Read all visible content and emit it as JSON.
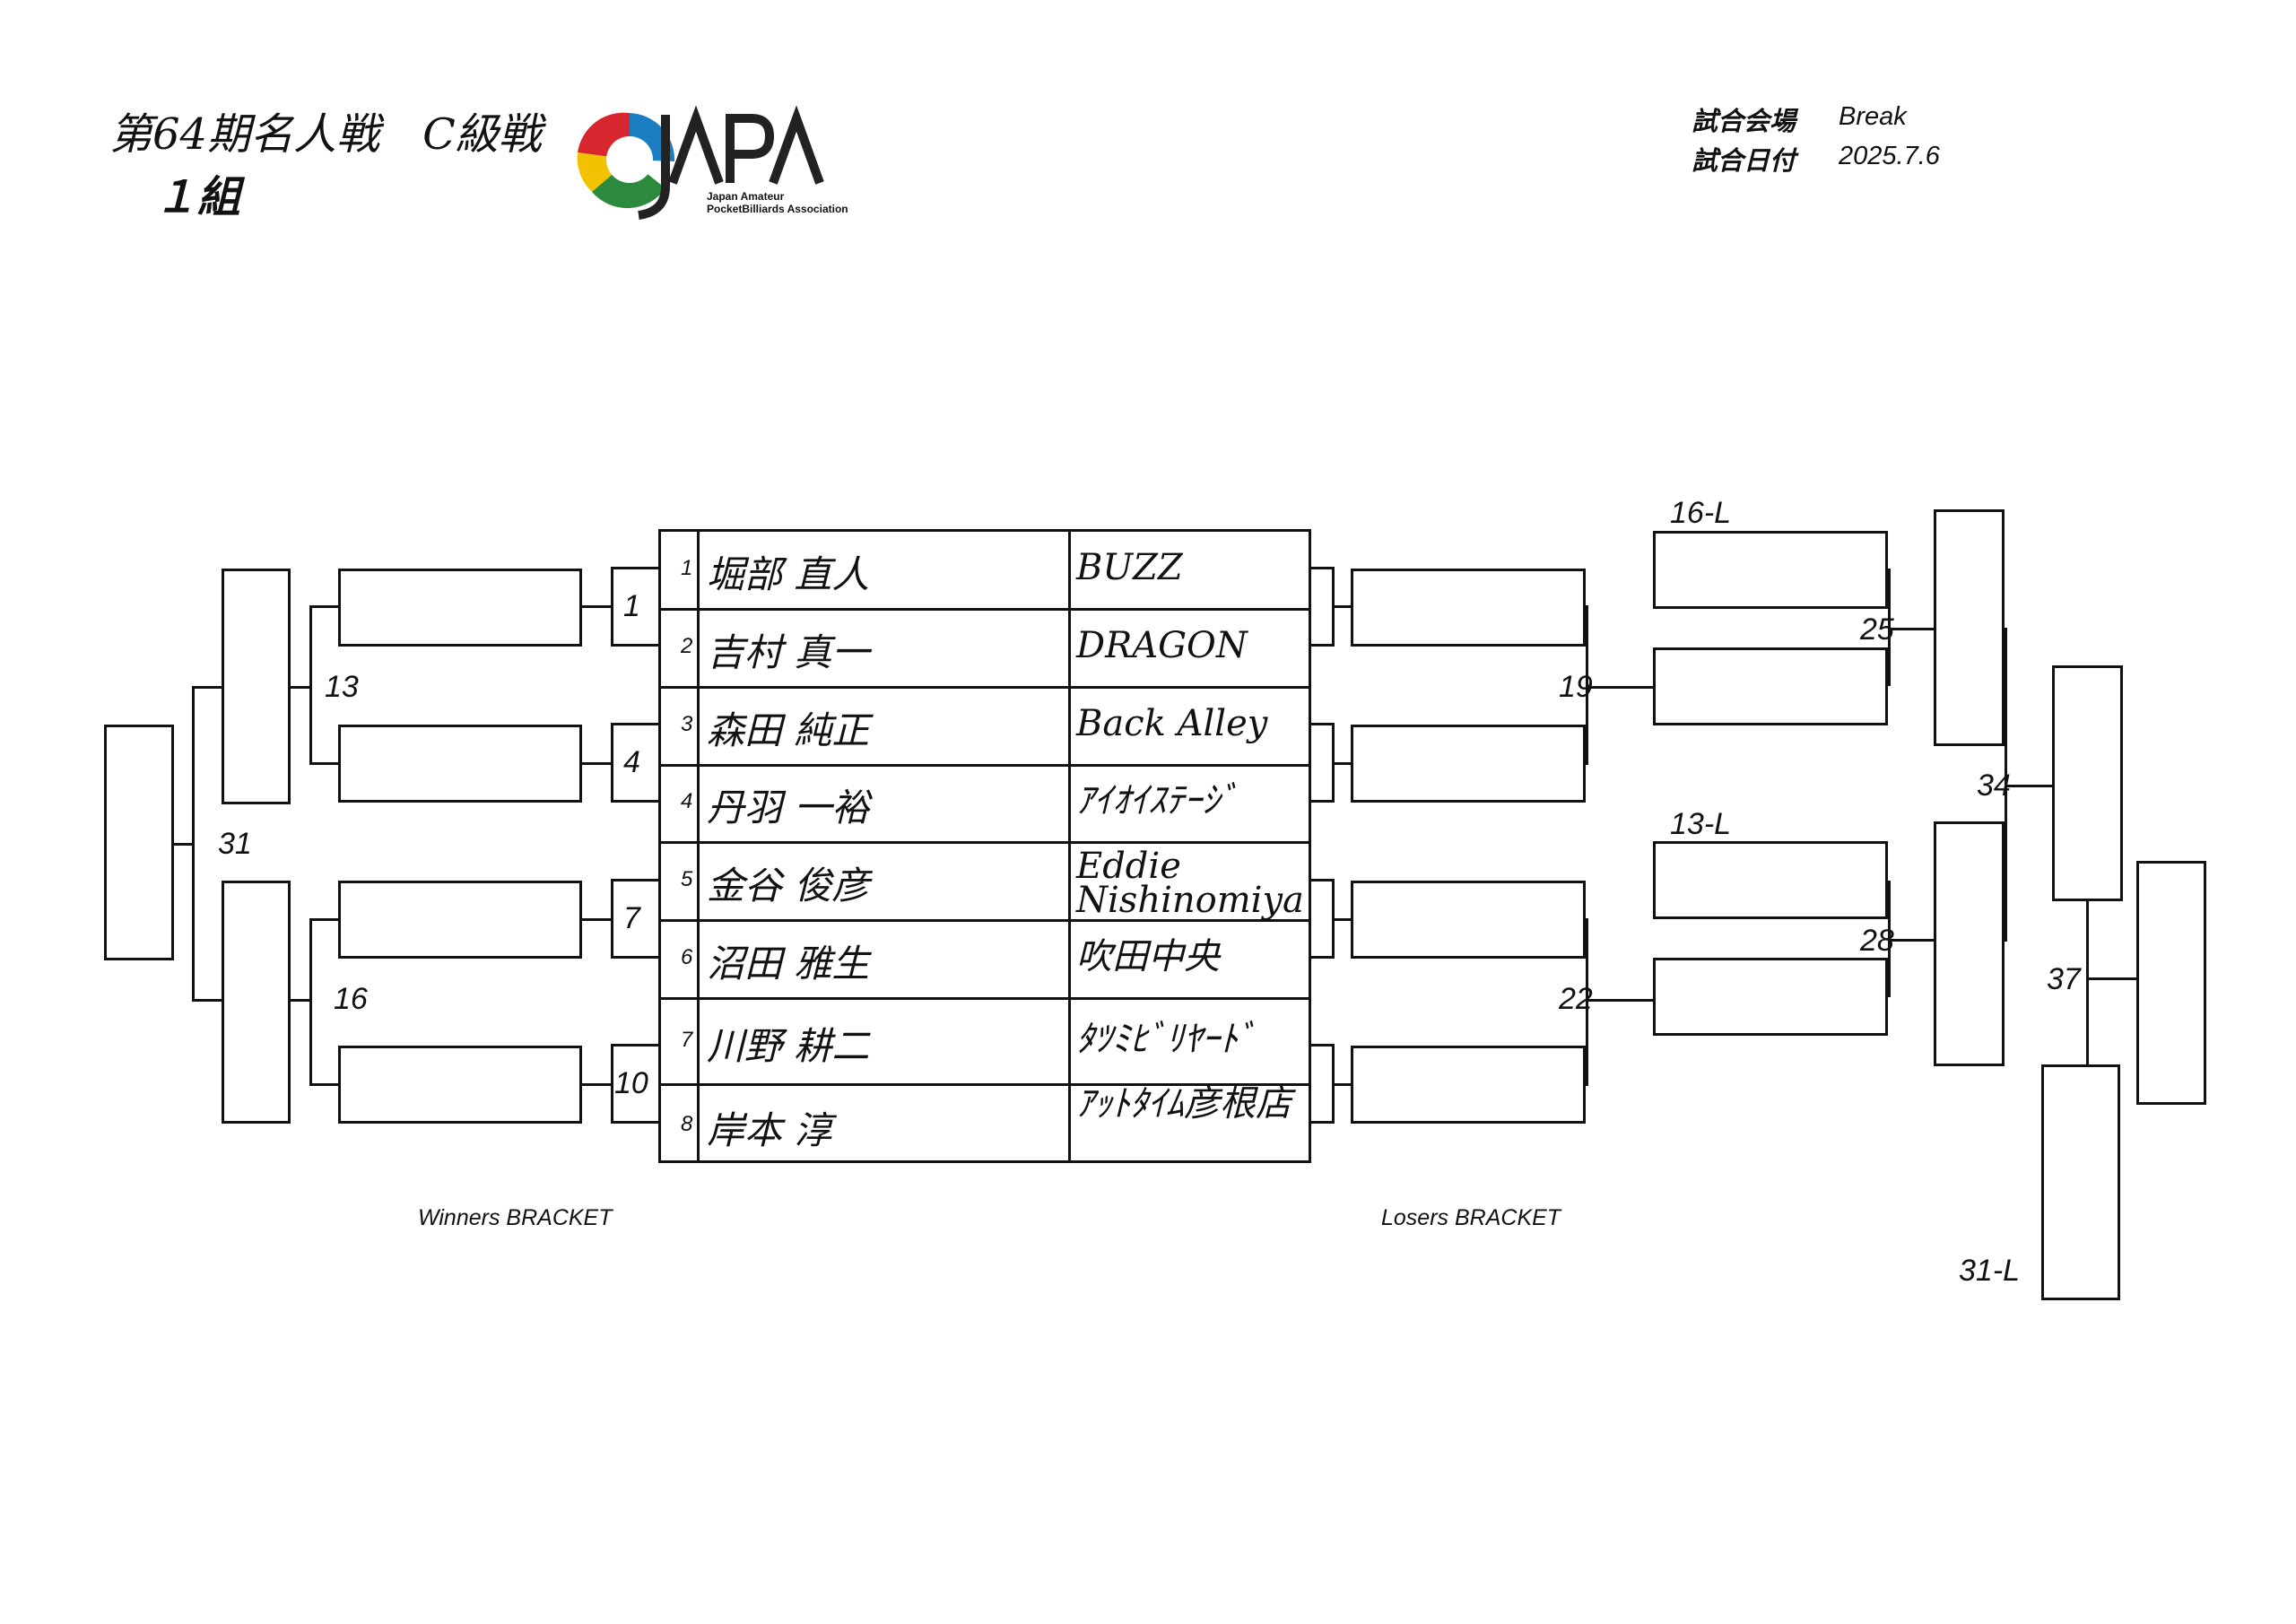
{
  "header": {
    "title": "第64期名人戦　C級戦",
    "group": "１組",
    "logo": {
      "text": "JAPA",
      "sub1": "Japan Amateur",
      "sub2": "PocketBilliards Association",
      "colors": [
        "#d7262e",
        "#1b7ec2",
        "#f2c200",
        "#2c8a3c"
      ]
    },
    "venue_label": "試合会場",
    "venue_value": "Break",
    "date_label": "試合日付",
    "date_value": "2025.7.6"
  },
  "players": [
    {
      "seed": "1",
      "name": "堀部 直人",
      "team": "BUZZ"
    },
    {
      "seed": "2",
      "name": "吉村 真一",
      "team": "DRAGON"
    },
    {
      "seed": "3",
      "name": "森田 純正",
      "team": "Back Alley"
    },
    {
      "seed": "4",
      "name": "丹羽 一裕",
      "team": "ｱｲｵｲｽﾃｰｼﾞ"
    },
    {
      "seed": "5",
      "name": "金谷 俊彦",
      "team": "Eddie Nishinomiya"
    },
    {
      "seed": "6",
      "name": "沼田 雅生",
      "team": "吹田中央"
    },
    {
      "seed": "7",
      "name": "川野 耕二",
      "team": "ﾀﾂﾐﾋﾞﾘﾔｰﾄﾞ"
    },
    {
      "seed": "8",
      "name": "岸本 淳",
      "team": "ｱｯﾄﾀｲﾑ彦根店"
    }
  ],
  "matches": {
    "m1": "1",
    "m4": "4",
    "m7": "7",
    "m10": "10",
    "m13": "13",
    "m16": "16",
    "m31": "31",
    "m19": "19",
    "m22": "22",
    "m25": "25",
    "m28": "28",
    "m34": "34",
    "m37": "37",
    "l16": "16-L",
    "l13": "13-L",
    "l31": "31-L"
  },
  "labels": {
    "winners": "Winners BRACKET",
    "losers": "Losers BRACKET"
  }
}
